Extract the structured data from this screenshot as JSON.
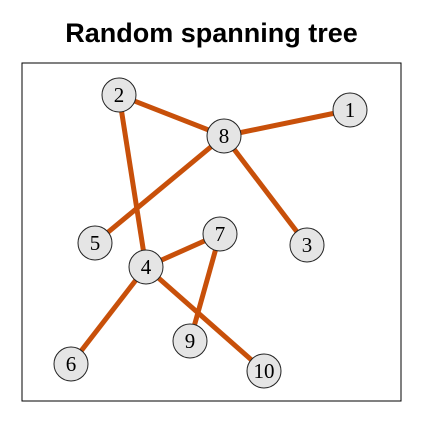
{
  "title": "Random spanning tree",
  "colors": {
    "edge": "#c8500a",
    "node_fill": "#e5e5e5",
    "node_stroke": "#222222",
    "frame": "#000000"
  },
  "nodes": [
    {
      "id": "1",
      "label": "1"
    },
    {
      "id": "2",
      "label": "2"
    },
    {
      "id": "3",
      "label": "3"
    },
    {
      "id": "4",
      "label": "4"
    },
    {
      "id": "5",
      "label": "5"
    },
    {
      "id": "6",
      "label": "6"
    },
    {
      "id": "7",
      "label": "7"
    },
    {
      "id": "8",
      "label": "8"
    },
    {
      "id": "9",
      "label": "9"
    },
    {
      "id": "10",
      "label": "10"
    }
  ],
  "edges": [
    {
      "from": "2",
      "to": "8"
    },
    {
      "from": "8",
      "to": "1"
    },
    {
      "from": "8",
      "to": "5"
    },
    {
      "from": "8",
      "to": "3"
    },
    {
      "from": "2",
      "to": "4"
    },
    {
      "from": "4",
      "to": "7"
    },
    {
      "from": "7",
      "to": "9"
    },
    {
      "from": "4",
      "to": "6"
    },
    {
      "from": "4",
      "to": "10"
    }
  ]
}
